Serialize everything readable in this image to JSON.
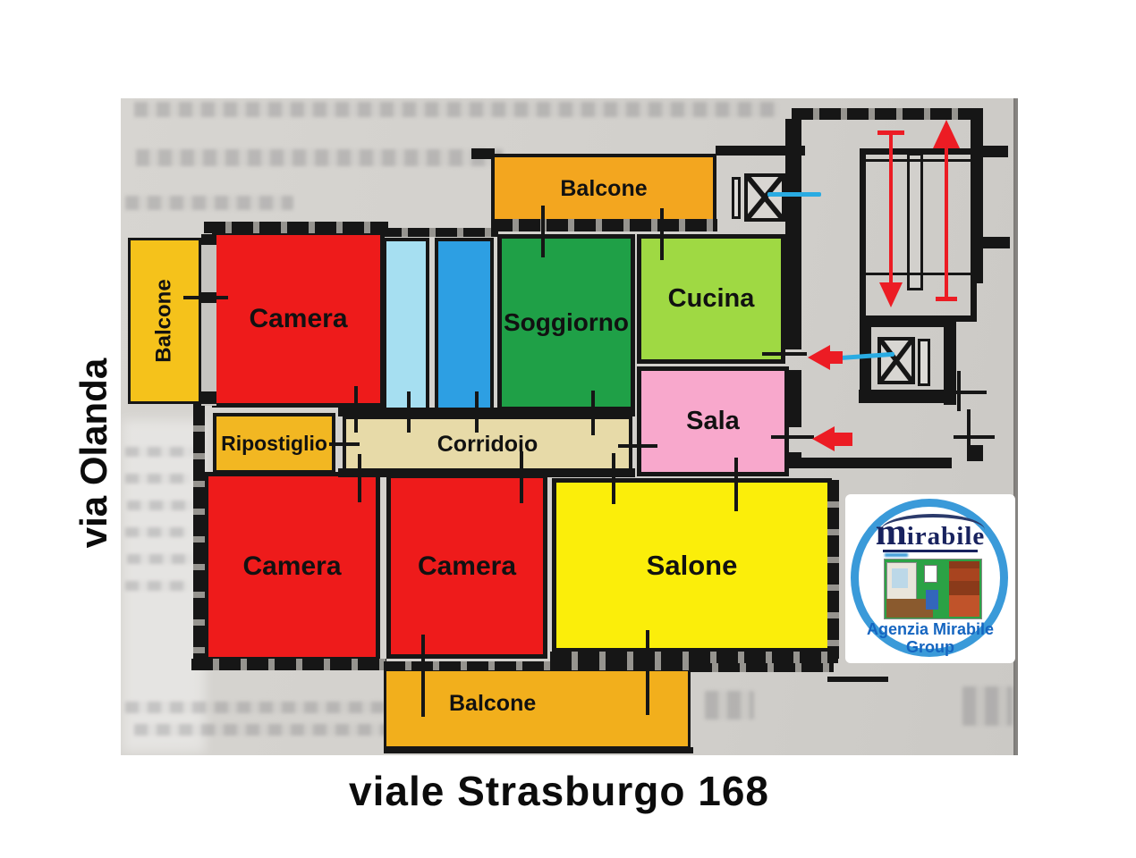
{
  "page": {
    "address_bottom": "viale Strasburgo 168",
    "street_left": "via Olanda",
    "paper_color": "#d2d0cc",
    "wall_color": "#161616"
  },
  "rooms": [
    {
      "id": "balcone-left",
      "label": "Balcone",
      "color": "#F5C21B"
    },
    {
      "id": "camera-top-left",
      "label": "Camera",
      "color": "#EE1B1B"
    },
    {
      "id": "bathroom-small",
      "label": "",
      "color": "#A6DFF1"
    },
    {
      "id": "bathroom-large",
      "label": "",
      "color": "#2D9FE3"
    },
    {
      "id": "soggiorno",
      "label": "Soggiorno",
      "color": "#1FA047"
    },
    {
      "id": "balcone-top",
      "label": "Balcone",
      "color": "#F3A61F"
    },
    {
      "id": "cucina",
      "label": "Cucina",
      "color": "#9FD943"
    },
    {
      "id": "sala",
      "label": "Sala",
      "color": "#F8A8CC"
    },
    {
      "id": "ripostiglio",
      "label": "Ripostiglio",
      "color": "#F2B722"
    },
    {
      "id": "corridoio",
      "label": "Corridoio",
      "color": "#E7DAA8"
    },
    {
      "id": "camera-bottom-left",
      "label": "Camera",
      "color": "#EE1B1B"
    },
    {
      "id": "camera-bottom-middle",
      "label": "Camera",
      "color": "#EE1B1B"
    },
    {
      "id": "salone",
      "label": "Salone",
      "color": "#FBEE0A"
    },
    {
      "id": "balcone-bottom",
      "label": "Balcone",
      "color": "#F2AF1C"
    }
  ],
  "annotations": {
    "arrow_color": "#EC1C24",
    "utility_line_color": "#29ABE2",
    "icons": [
      "up-arrow-icon",
      "down-arrow-icon",
      "entrance-arrow-icon",
      "service-entrance-arrow-icon",
      "elevator-x-icon",
      "staircase"
    ]
  },
  "logo": {
    "brand_initial": "m",
    "brand_rest": "irabile",
    "agency_line1": "Agenzia Mirabile",
    "agency_line2": "Group",
    "ring_color": "#3A9AD9",
    "brand_color": "#18225E",
    "agency_text_color": "#1565C0"
  }
}
